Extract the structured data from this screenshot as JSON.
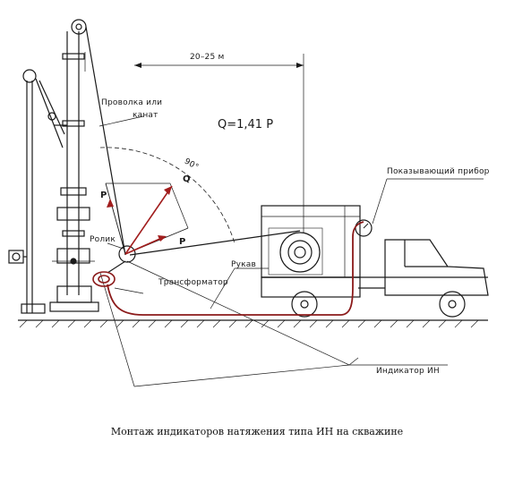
{
  "labels": {
    "distance": "20–25 м",
    "wire_line1": "Проволка или",
    "wire_line2": "канат",
    "formula": "Q=1,41 P",
    "angle": "90°",
    "force_q": "Q",
    "force_p_vertical": "P",
    "force_p_horizontal": "P",
    "roller": "Ролик",
    "hose": "Рукав",
    "transformer": "Трансформатор",
    "gauge": "Показывающий прибор",
    "indicator": "Индикатор ИН"
  },
  "caption": "Монтаж индикаторов натяжения типа ИН на скважине",
  "colors": {
    "line": "#1a1a1a",
    "hose": "#8b1a1a",
    "vector": "#a11d1d"
  }
}
